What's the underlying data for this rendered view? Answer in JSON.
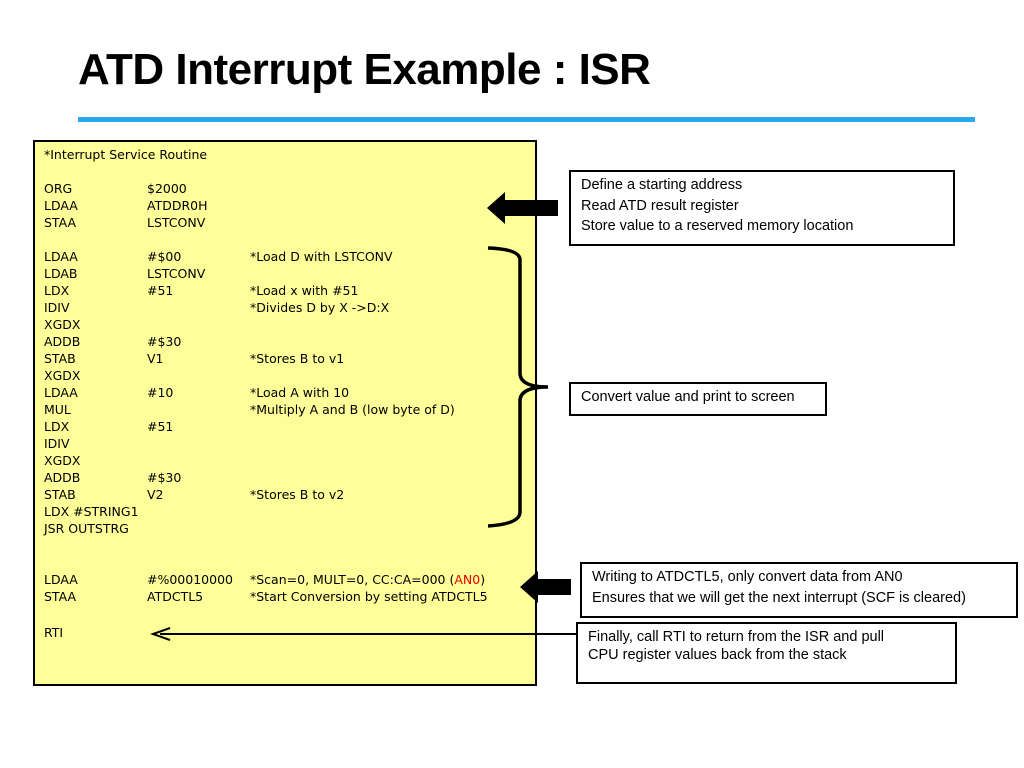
{
  "title": "ATD Interrupt Example : ISR",
  "code": {
    "header": "*Interrupt Service Routine",
    "lines": [
      {
        "op": "ORG",
        "arg": "$2000",
        "comment": ""
      },
      {
        "op": "LDAA",
        "arg": "ATDDR0H",
        "comment": ""
      },
      {
        "op": "STAA",
        "arg": "LSTCONV",
        "comment": ""
      },
      {
        "op": "LDAA",
        "arg": "#$00",
        "comment": "*Load D with LSTCONV"
      },
      {
        "op": "LDAB",
        "arg": "LSTCONV",
        "comment": ""
      },
      {
        "op": "LDX",
        "arg": "#51",
        "comment": "*Load x with #51"
      },
      {
        "op": "IDIV",
        "arg": "",
        "comment": "*Divides D by X ->D:X"
      },
      {
        "op": "XGDX",
        "arg": "",
        "comment": ""
      },
      {
        "op": "ADDB",
        "arg": "#$30",
        "comment": ""
      },
      {
        "op": "STAB",
        "arg": "V1",
        "comment": "*Stores B to v1"
      },
      {
        "op": "XGDX",
        "arg": "",
        "comment": ""
      },
      {
        "op": "LDAA",
        "arg": "#10",
        "comment": "*Load A with 10"
      },
      {
        "op": "MUL",
        "arg": "",
        "comment": "*Multiply A and B (low byte of D)"
      },
      {
        "op": "LDX",
        "arg": "#51",
        "comment": ""
      },
      {
        "op": "IDIV",
        "arg": "",
        "comment": ""
      },
      {
        "op": "XGDX",
        "arg": "",
        "comment": ""
      },
      {
        "op": "ADDB",
        "arg": "#$30",
        "comment": ""
      },
      {
        "op": "STAB",
        "arg": "V2",
        "comment": "*Stores B to v2"
      },
      {
        "op": "LDX #STRING1",
        "arg": "",
        "comment": ""
      },
      {
        "op": "JSR OUTSTRG",
        "arg": "",
        "comment": ""
      },
      {
        "op": "LDAA",
        "arg": "#%00010000",
        "comment_pre": "*Scan=0, MULT=0, CC:CA=000 (",
        "comment_highlight": "AN0",
        "comment_post": ")"
      },
      {
        "op": "STAA",
        "arg": "ATDCTL5",
        "comment": "*Start Conversion by setting ATDCTL5"
      },
      {
        "op": "RTI",
        "arg": "",
        "comment": ""
      }
    ]
  },
  "notes": {
    "define": [
      "Define a starting address",
      "Read ATD result register",
      "Store value to a reserved memory location"
    ],
    "convert": [
      "Convert value and print to screen"
    ],
    "writing": [
      "Writing to ATDCTL5, only convert data from AN0",
      "Ensures that we will get the next interrupt (SCF is cleared)"
    ],
    "rti": [
      "Finally, call RTI to return from the ISR and pull",
      "CPU register values back from the stack"
    ]
  },
  "colors": {
    "rule": "#2aa8ef",
    "code_background": "#ffff99",
    "highlight": "#ee0000"
  }
}
